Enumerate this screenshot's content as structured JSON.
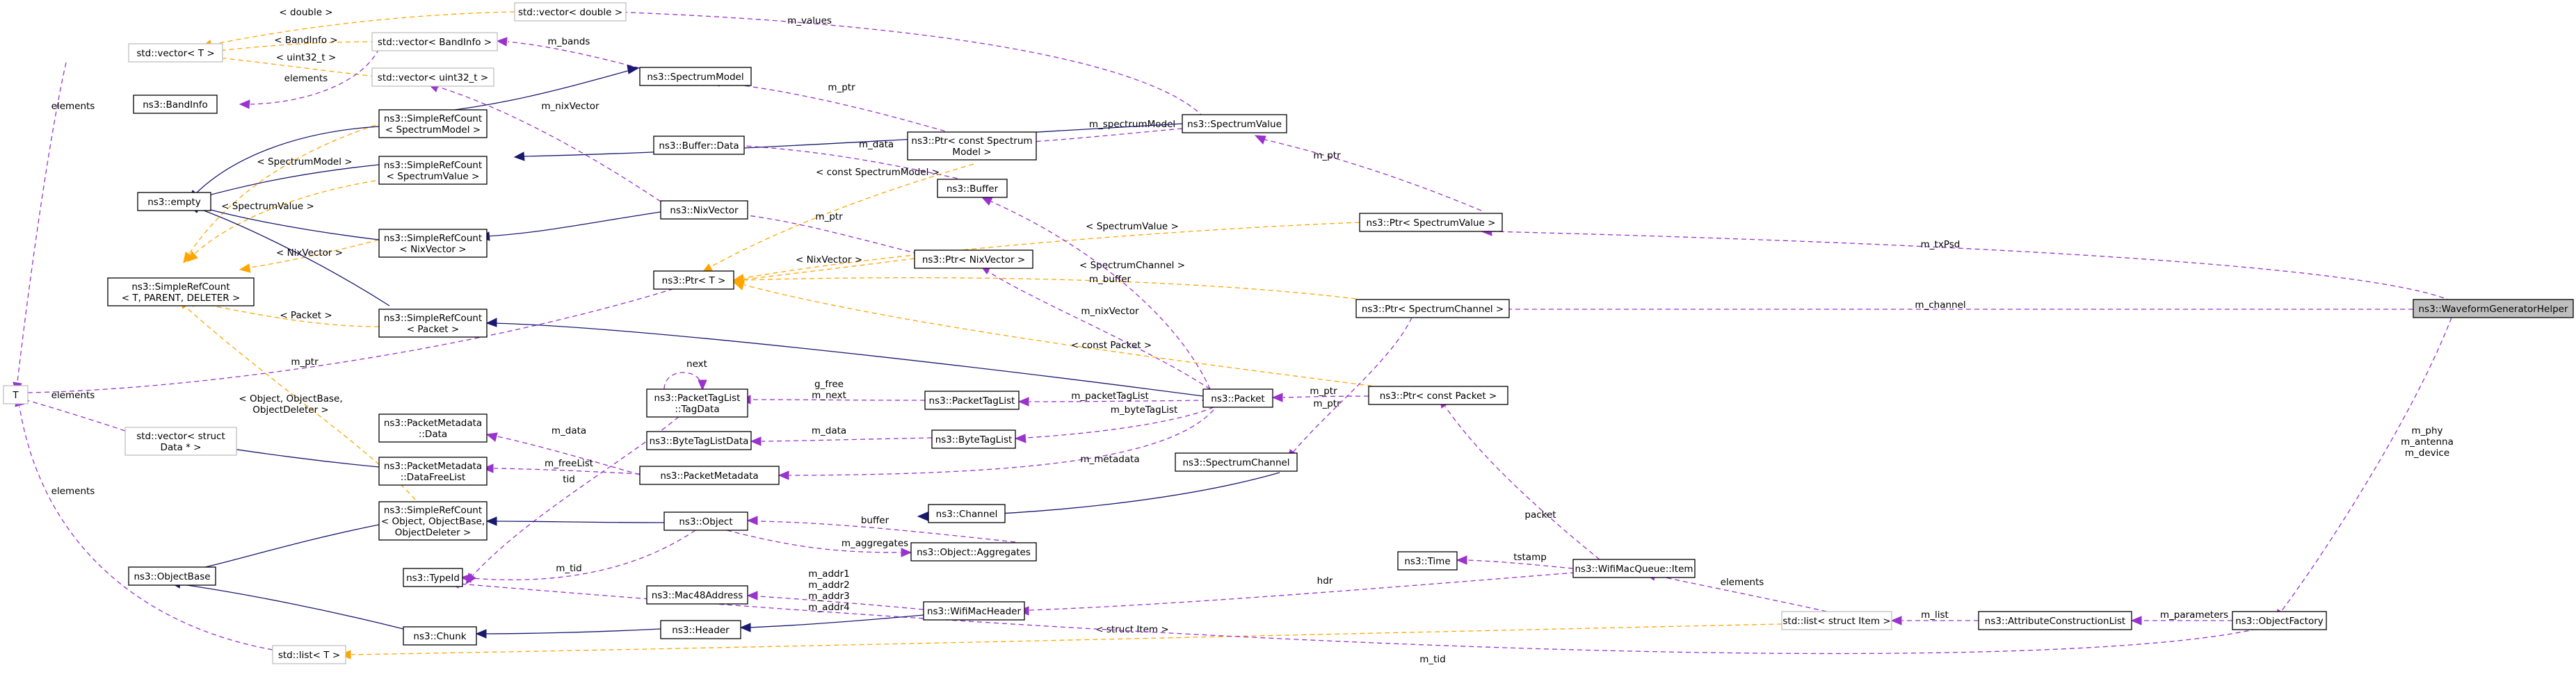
{
  "nodes": {
    "vector_double": [
      "std::vector< double >"
    ],
    "vector_T": [
      "std::vector< T >"
    ],
    "vector_bandinfo": [
      "std::vector< BandInfo >"
    ],
    "vector_uint32": [
      "std::vector< uint32_t >"
    ],
    "bandinfo": [
      "ns3::BandInfo"
    ],
    "spectrum_model": [
      "ns3::SpectrumModel"
    ],
    "src_spectrum_model": [
      "ns3::SimpleRefCount",
      "< SpectrumModel >"
    ],
    "spectrum_value": [
      "ns3::SpectrumValue"
    ],
    "ptr_const_sm": [
      "ns3::Ptr< const Spectrum",
      "Model >"
    ],
    "src_spectrum_value": [
      "ns3::SimpleRefCount",
      "< SpectrumValue >"
    ],
    "empty": [
      "ns3::empty"
    ],
    "buffer_data": [
      "ns3::Buffer::Data"
    ],
    "buffer": [
      "ns3::Buffer"
    ],
    "nixvector": [
      "ns3::NixVector"
    ],
    "ptr_sv": [
      "ns3::Ptr< SpectrumValue >"
    ],
    "src_nixvector": [
      "ns3::SimpleRefCount",
      "< NixVector >"
    ],
    "simplerefcount_T": [
      "ns3::SimpleRefCount",
      "< T, PARENT, DELETER >"
    ],
    "ptr_nix": [
      "ns3::Ptr< NixVector >"
    ],
    "ptr_T": [
      "ns3::Ptr< T >"
    ],
    "ptr_sc": [
      "ns3::Ptr< SpectrumChannel >"
    ],
    "wfgh": [
      "ns3::WaveformGeneratorHelper"
    ],
    "src_packet": [
      "ns3::SimpleRefCount",
      "< Packet >"
    ],
    "T": [
      "T"
    ],
    "packettaglist_tagdata": [
      "ns3::PacketTagList",
      "::TagData"
    ],
    "packettaglist": [
      "ns3::PacketTagList"
    ],
    "packet": [
      "ns3::Packet"
    ],
    "ptr_const_packet": [
      "ns3::Ptr< const Packet >"
    ],
    "vector_struct_data": [
      "std::vector< struct",
      "Data * >"
    ],
    "packetmetadata_data": [
      "ns3::PacketMetadata",
      "::Data"
    ],
    "bytetaglistdata": [
      "ns3::ByteTagListData"
    ],
    "bytetaglist": [
      "ns3::ByteTagList"
    ],
    "spectrum_channel": [
      "ns3::SpectrumChannel"
    ],
    "packetmetadata_dfl": [
      "ns3::PacketMetadata",
      "::DataFreeList"
    ],
    "packetmetadata": [
      "ns3::PacketMetadata"
    ],
    "channel": [
      "ns3::Channel"
    ],
    "src_object": [
      "ns3::SimpleRefCount",
      "< Object, ObjectBase,",
      "ObjectDeleter >"
    ],
    "object": [
      "ns3::Object"
    ],
    "object_aggregates": [
      "ns3::Object::Aggregates"
    ],
    "typeid": [
      "ns3::TypeId"
    ],
    "objectbase": [
      "ns3::ObjectBase"
    ],
    "time": [
      "ns3::Time"
    ],
    "wifimacqueue_item": [
      "ns3::WifiMacQueue::Item"
    ],
    "mac48address": [
      "ns3::Mac48Address"
    ],
    "wifimacheader": [
      "ns3::WifiMacHeader"
    ],
    "header": [
      "ns3::Header"
    ],
    "list_struct_item": [
      "std::list< struct Item >"
    ],
    "attribute_cl": [
      "ns3::AttributeConstructionList"
    ],
    "objectfactory": [
      "ns3::ObjectFactory"
    ],
    "chunk": [
      "ns3::Chunk"
    ],
    "list_T": [
      "std::list< T >"
    ]
  },
  "edges": {
    "m_values": [
      "m_values"
    ],
    "double_tmpl": [
      "< double >"
    ],
    "bandinfo_tmpl": [
      "< BandInfo >"
    ],
    "uint32_tmpl": [
      "< uint32_t >"
    ],
    "m_bands": [
      "m_bands"
    ],
    "elements_bandinfo": [
      "elements"
    ],
    "elements_vecT": [
      "elements"
    ],
    "m_nixVector_vec": [
      "m_nixVector"
    ],
    "m_ptr_sm": [
      "m_ptr"
    ],
    "m_spectrumModel": [
      "m_spectrumModel"
    ],
    "m_ptr_sv": [
      "m_ptr"
    ],
    "m_data_buffer": [
      "m_data"
    ],
    "const_sm_tmpl": [
      "< const SpectrumModel >"
    ],
    "sm_tmpl": [
      "< SpectrumModel >"
    ],
    "sv_tmpl2": [
      "< SpectrumValue >"
    ],
    "nix_tmpl2": [
      "< NixVector >"
    ],
    "sv_tmpl": [
      "< SpectrumValue >"
    ],
    "m_ptr_nix": [
      "m_ptr"
    ],
    "nix_tmpl": [
      "< NixVector >"
    ],
    "m_txPsd": [
      "m_txPsd"
    ],
    "sc_tmpl": [
      "< SpectrumChannel >"
    ],
    "m_buffer": [
      "m_buffer"
    ],
    "m_nixVector": [
      "m_nixVector"
    ],
    "m_channel": [
      "m_channel"
    ],
    "packet_tmpl": [
      "< Packet >"
    ],
    "const_packet_tmpl": [
      "< const Packet >"
    ],
    "m_ptr_T": [
      "m_ptr"
    ],
    "next": [
      "next"
    ],
    "g_free": [
      "g_free",
      "m_next"
    ],
    "m_packetTagList": [
      "m_packetTagList"
    ],
    "m_ptr_packet": [
      "m_ptr"
    ],
    "m_ptr_channel": [
      "m_ptr"
    ],
    "m_byteTagList": [
      "m_byteTagList"
    ],
    "elements_struct": [
      "elements"
    ],
    "m_data_pmd": [
      "m_data"
    ],
    "m_data_btl": [
      "m_data"
    ],
    "object_tmpl": [
      "< Object, ObjectBase,",
      "ObjectDeleter >"
    ],
    "m_freeList": [
      "m_freeList"
    ],
    "m_metadata": [
      "m_metadata"
    ],
    "tid": [
      "tid"
    ],
    "buffer_lbl": [
      "buffer"
    ],
    "m_aggregates": [
      "m_aggregates"
    ],
    "m_tid_object": [
      "m_tid"
    ],
    "m_phy": [
      "m_phy",
      "m_antenna",
      "m_device"
    ],
    "packet_lbl": [
      "packet"
    ],
    "txstamp": [
      "tstamp"
    ],
    "elements_item": [
      "elements"
    ],
    "hdr": [
      "hdr"
    ],
    "m_addr": [
      "m_addr1",
      "m_addr2",
      "m_addr3",
      "m_addr4"
    ],
    "m_list": [
      "m_list"
    ],
    "m_parameters": [
      "m_parameters"
    ],
    "struct_item_tmpl": [
      "< struct Item >"
    ],
    "elements_list": [
      "elements"
    ],
    "m_tid_factory": [
      "m_tid"
    ]
  },
  "colors": {
    "inheritance": "#191970",
    "usage": "#9a32cd",
    "template": "#ffa500",
    "highlight": "#bfbfbf"
  }
}
